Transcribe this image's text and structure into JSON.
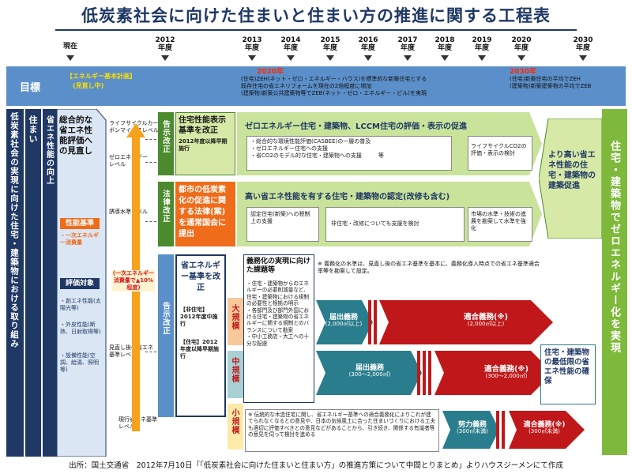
{
  "title": "低炭素社会に向けた住まいと住まい方の推進に関する工程表",
  "timeline": {
    "ticks": [
      {
        "label": "現在",
        "sub": ""
      },
      {
        "label": "2012",
        "sub": "年度"
      },
      {
        "label": "2013",
        "sub": "年度"
      },
      {
        "label": "2014",
        "sub": "年度"
      },
      {
        "label": "2015",
        "sub": "年度"
      },
      {
        "label": "2016",
        "sub": "年度"
      },
      {
        "label": "2017",
        "sub": "年度"
      },
      {
        "label": "2018",
        "sub": "年度"
      },
      {
        "label": "2019",
        "sub": "年度"
      },
      {
        "label": "2020",
        "sub": "年度"
      },
      {
        "label": "2030",
        "sub": "年度"
      }
    ]
  },
  "goal_band": {
    "label": "目標",
    "plan_note": "【エネルギー基本計画】",
    "plan_sub": "(見直し中)",
    "y2020_title": "2020年",
    "y2020_lines": [
      "(住宅)ZEH(ネット・ゼロ・エネルギー・ハウス)を標準的な新築住宅とする",
      "既存住宅の省エネリフォームを現在の2倍程度に増加",
      "(建築物)新築公共建築物等でZEB(ネット・ゼロ・エネルギー・ビル)を実現"
    ],
    "y2030_title": "2030年",
    "y2030_lines": [
      "(住宅)新築住宅の平均でZEH",
      "(建築物)新築建築物の平均でZEB"
    ]
  },
  "left_columns": {
    "col1": "低炭素社会の実現に向けた住宅・建築物における取り組み",
    "col2": "住まい",
    "col3": "省エネ性能の向上"
  },
  "review_panel": {
    "heading": "総合的な省エネ性能評価への見直し",
    "perf_label": "性能基準",
    "perf_text": "・一次エネルギー消費量",
    "eval_label": "評価対象",
    "eval_items": [
      "・創エネ性能(太陽光等)",
      "・外皮性能(断熱、日射取得等)",
      "・設備性能(空調、給湯、照明等)"
    ]
  },
  "axis": {
    "top_label": "ライフサイクルカーボンマイナスレベル",
    "zero_label": "ゼロエネルギーレベル",
    "induce_label": "誘導水準レベル",
    "review_label": "見直し後の省エネ基準レベル",
    "current_label": "現行省エネ基準レベル",
    "reduction_note": "(一次エネルギー消費量で▲10%程度)"
  },
  "rows": {
    "label_row": {
      "tag": "告示改正",
      "box_lines": [
        "住宅性能表示基準を改正",
        "2012年度以降早期施行"
      ],
      "arrow_title": "ゼロエネルギー住宅・建築物、LCCM住宅の評価・表示の促進",
      "items": [
        "・総合的な環境性能評価(CASBEE)の一層の普及",
        "・ゼロエネルギー住宅への支援",
        "・省CO2のモデル的な住宅・建築物への支援　　　等"
      ],
      "lifecycle_note": "ライフサイクルCO2の評価・表示の検討"
    },
    "law_row": {
      "tag": "法律改正",
      "box_lines": [
        "都市の低炭素化の促進に関する法律(案)を通常国会に提出"
      ],
      "arrow_title": "高い省エネ性能を有する住宅・建築物の認定(改修も含む)",
      "cert_note": "認定住宅(新築)への税制上の支援",
      "existing_note": "非住宅・改修についても支援を検討",
      "market_note": "市場の水準・技術の進展を勘案して水準を強化"
    },
    "mid_goal": "より高い省エネ性能の住宅・建築物の建築促進",
    "std_row": {
      "tag": "告示改正",
      "box_title": "省エネルギー基準を改正",
      "nonres": "【非住宅】2012年度中施行",
      "res": "【住宅】2012年度以降早期施行"
    },
    "mandatory_box": {
      "heading": "義務化の実現に向けた課題等",
      "body": "・住宅・建築物からのエネルギーの必要削減量など、住宅・建築物における規制の必要性と根拠の明示\n・各部門及び部門外国における住宅・建築物の省エネルギーに関する規制とのバランスについて勘案\n・中小工務店・大工への十分な配慮"
    },
    "note_top": "※ 義務化の水準は、見直し後の省エネ基準を基本に、義務化導入時点での省エネ基準適合率等を勘案して設定。",
    "note_bottom": "※ 伝統的な木造住宅に関し、省エネルギー基準への適合義務化によりこれが建てられなくなるとの意見や、日本の気候風土に合った住まいづくりにおける工夫も適切に評価すべきとの意見などがあることから、引き続き、関係する有識者等の意見を伺って検討を進める",
    "scales": [
      {
        "label": "大規模",
        "submit": "届出義務",
        "submit_sub": "(2,000㎡以上)",
        "mandate": "適合義務(※)",
        "mandate_sub": "(2,000㎡以上)"
      },
      {
        "label": "中規模",
        "submit": "届出義務",
        "submit_sub": "(300～2,000㎡)",
        "mandate": "適合義務(※)",
        "mandate_sub": "(300～2,000㎡)"
      },
      {
        "label": "小規模",
        "submit": "努力義務",
        "submit_sub": "(300㎡未満)",
        "mandate": "適合義務(※)",
        "mandate_sub": "(300㎡未満)"
      }
    ],
    "bottom_goal": "住宅・建築物の最低限の省エネ性能の確保"
  },
  "final_goal": "住宅・建築物でゼロエネルギー化を実現",
  "footer": "出所：国土交通省　2012年7月10日「「低炭素社会に向けた住まいと住まい方」の推進方策について中間とりまとめ」よりハウスジーメンにて作成",
  "colors": {
    "navy": "#1f3864",
    "blue": "#5b8fc9",
    "green_dark": "#4c8a2e",
    "green_light": "#d6e9a6",
    "orange": "#ef6c1a",
    "red": "#c0181a",
    "teal": "#2a7d8c",
    "lime_goal": "#7fb93c"
  }
}
